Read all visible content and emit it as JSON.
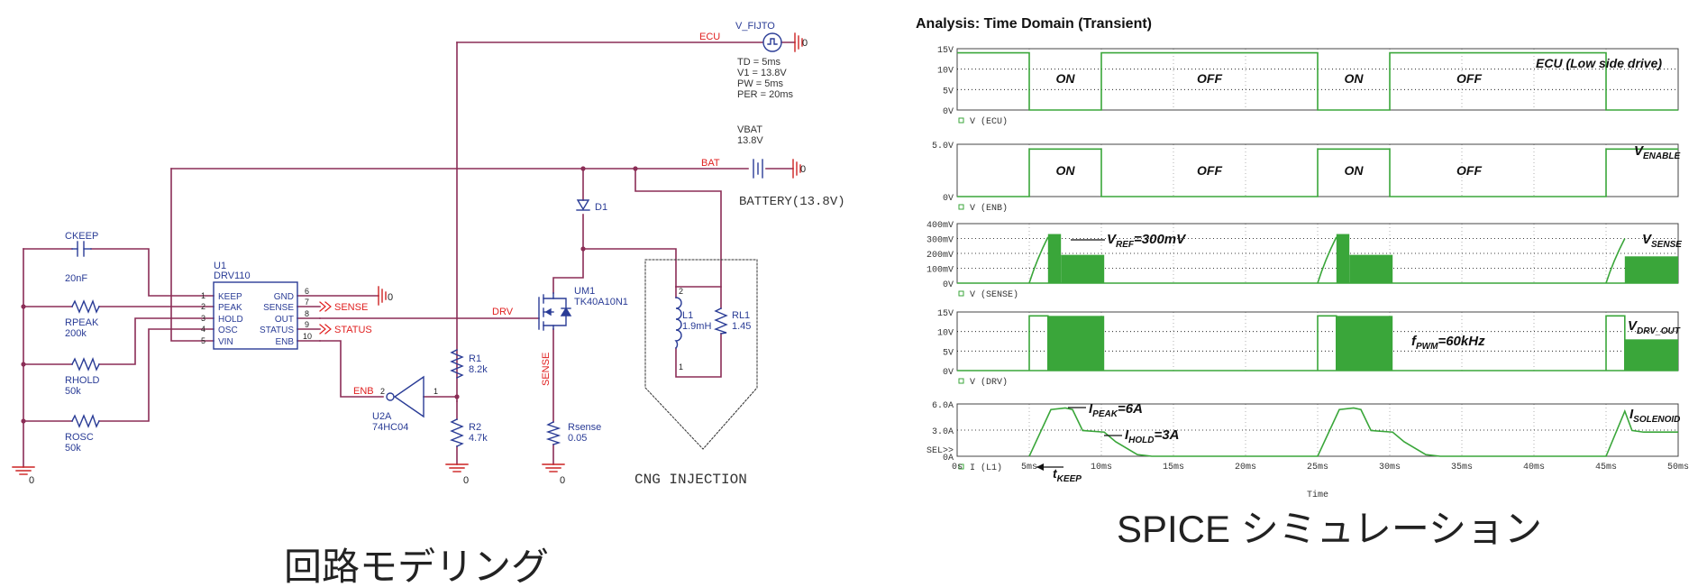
{
  "colors": {
    "wire": "#8b2d56",
    "component": "#2a3c96",
    "net_label": "#e02020",
    "ground": "#cc2222",
    "trace": "#3aa63a",
    "grid": "#000000",
    "axis_text": "#555555"
  },
  "schematic": {
    "caption": "回路モデリング",
    "source": {
      "name": "V_FIJTO",
      "params": [
        "TD = 5ms",
        "V1 = 13.8V",
        "PW = 5ms",
        "PER = 20ms"
      ],
      "net": "ECU",
      "gnd": "0"
    },
    "battery": {
      "name": "VBAT",
      "value": "13.8V",
      "net": "BAT",
      "gnd": "0",
      "label": "BATTERY(13.8V)"
    },
    "ic": {
      "ref": "U1",
      "part": "DRV110",
      "left_pins": [
        {
          "num": "1",
          "name": "KEEP"
        },
        {
          "num": "2",
          "name": "PEAK"
        },
        {
          "num": "3",
          "name": "HOLD"
        },
        {
          "num": "4",
          "name": "OSC"
        },
        {
          "num": "5",
          "name": "VIN"
        }
      ],
      "right_pins": [
        {
          "num": "6",
          "name": "GND"
        },
        {
          "num": "7",
          "name": "SENSE"
        },
        {
          "num": "8",
          "name": "OUT"
        },
        {
          "num": "9",
          "name": "STATUS"
        },
        {
          "num": "10",
          "name": "ENB"
        }
      ],
      "gnd_label": "0",
      "sense_net": "SENSE",
      "status_net": "STATUS"
    },
    "resistors": [
      {
        "ref": "CKEEP",
        "value": "20nF"
      },
      {
        "ref": "RPEAK",
        "value": "200k"
      },
      {
        "ref": "RHOLD",
        "value": "50k"
      },
      {
        "ref": "ROSC",
        "value": "50k"
      }
    ],
    "left_gnd": "0",
    "drv_net": "DRV",
    "enb_net": "ENB",
    "inverter": {
      "ref": "U2A",
      "part": "74HC04",
      "pin_in": "1",
      "pin_out": "2"
    },
    "r1": {
      "ref": "R1",
      "value": "8.2k"
    },
    "r2": {
      "ref": "R2",
      "value": "4.7k"
    },
    "mid_gnd": "0",
    "diode": {
      "ref": "D1"
    },
    "mosfet": {
      "ref": "UM1",
      "part": "TK40A10N1"
    },
    "sense_net_vertical": "SENSE",
    "rsense": {
      "ref": "Rsense",
      "value": "0.05"
    },
    "sense_gnd": "0",
    "inductor": {
      "ref": "L1",
      "value": "1.9mH",
      "pin_top": "2",
      "pin_bottom": "1"
    },
    "rl": {
      "ref": "RL1",
      "value": "1.45"
    },
    "injector_label": "CNG INJECTION"
  },
  "simulation": {
    "title": "Analysis: Time Domain (Transient)",
    "caption": "SPICE シミュレーション",
    "time_label": "Time",
    "sel_marker": "SEL>>"
  },
  "chart_data": [
    {
      "type": "line",
      "trace": "V(ECU)",
      "xlim": [
        0,
        50
      ],
      "ylim": [
        0,
        15
      ],
      "yticks": [
        "15V",
        "10V",
        "5V",
        "0V"
      ],
      "points": [
        [
          0,
          14
        ],
        [
          5,
          14
        ],
        [
          5,
          0
        ],
        [
          10,
          0
        ],
        [
          10,
          14
        ],
        [
          25,
          14
        ],
        [
          25,
          0
        ],
        [
          30,
          0
        ],
        [
          30,
          14
        ],
        [
          45,
          14
        ],
        [
          45,
          0
        ],
        [
          50,
          0
        ]
      ],
      "annotations": [
        "ON",
        "OFF",
        "ON",
        "OFF",
        "ECU (Low side drive)"
      ]
    },
    {
      "type": "line",
      "trace": "V(ENB)",
      "xlim": [
        0,
        50
      ],
      "ylim": [
        0,
        5.5
      ],
      "yticks": [
        "5.0V",
        "0V"
      ],
      "points": [
        [
          0,
          0
        ],
        [
          5,
          0
        ],
        [
          5,
          5
        ],
        [
          10,
          5
        ],
        [
          10,
          0
        ],
        [
          25,
          0
        ],
        [
          25,
          5
        ],
        [
          30,
          5
        ],
        [
          30,
          0
        ],
        [
          45,
          0
        ],
        [
          45,
          5
        ],
        [
          50,
          5
        ]
      ],
      "annotations": [
        "ON",
        "OFF",
        "ON",
        "OFF"
      ],
      "label_main": "V",
      "label_sub": "ENABLE"
    },
    {
      "type": "area",
      "trace": "V(SENSE)",
      "xlim": [
        0,
        50
      ],
      "ylim": [
        0,
        400
      ],
      "yticks": [
        "400mV",
        "300mV",
        "200mV",
        "100mV",
        "0V"
      ],
      "ramp_segments": [
        [
          5,
          6.3,
          0,
          310
        ],
        [
          25,
          26.3,
          0,
          310
        ],
        [
          45,
          46.3,
          0,
          300
        ]
      ],
      "pwm_bands": [
        [
          6.3,
          7.2,
          0,
          330
        ],
        [
          7.2,
          10.2,
          0,
          190
        ],
        [
          26.3,
          27.2,
          0,
          330
        ],
        [
          27.2,
          30.2,
          0,
          190
        ],
        [
          46.3,
          50,
          0,
          180
        ]
      ],
      "annotation_main": "V",
      "annotation_sub": "REF",
      "annotation_tail": "=300mV",
      "label_main": "V",
      "label_sub": "SENSE"
    },
    {
      "type": "area",
      "trace": "V(DRV)",
      "xlim": [
        0,
        50
      ],
      "ylim": [
        0,
        15
      ],
      "yticks": [
        "15V",
        "10V",
        "5V",
        "0V"
      ],
      "pulses": [
        [
          5,
          6.3,
          14
        ],
        [
          25,
          26.3,
          14
        ],
        [
          45,
          46.3,
          14
        ]
      ],
      "pwm_bands": [
        [
          6.3,
          10.2,
          0,
          14
        ],
        [
          26.3,
          30.2,
          0,
          14
        ],
        [
          46.3,
          50,
          0,
          8
        ]
      ],
      "annotation_main": "f",
      "annotation_sub": "PWM",
      "annotation_tail": "=60kHz",
      "label_main": "V",
      "label_sub": "DRV_OUT"
    },
    {
      "type": "line",
      "trace": "I(L1)",
      "xlim": [
        0,
        50
      ],
      "ylim": [
        0,
        6.5
      ],
      "yticks": [
        "6.0A",
        "3.0A",
        "0A"
      ],
      "xticks": [
        "0s",
        "5ms",
        "10ms",
        "15ms",
        "20ms",
        "25ms",
        "30ms",
        "35ms",
        "40ms",
        "45ms",
        "50ms"
      ],
      "points": [
        [
          5,
          0
        ],
        [
          6.5,
          5.8
        ],
        [
          7.5,
          6
        ],
        [
          8,
          5.8
        ],
        [
          8.7,
          3.2
        ],
        [
          10.2,
          3
        ],
        [
          11,
          1.8
        ],
        [
          12.5,
          0.2
        ],
        [
          13.5,
          0
        ],
        [
          25,
          0
        ],
        [
          26.5,
          5.8
        ],
        [
          27.5,
          6
        ],
        [
          28,
          5.8
        ],
        [
          28.7,
          3.2
        ],
        [
          30.2,
          3
        ],
        [
          31,
          1.8
        ],
        [
          32.5,
          0.2
        ],
        [
          33.5,
          0
        ],
        [
          45,
          0
        ],
        [
          46.3,
          5.6
        ],
        [
          46.8,
          3.2
        ],
        [
          47.6,
          3
        ],
        [
          50,
          3
        ]
      ],
      "peak_main": "I",
      "peak_sub": "PEAK",
      "peak_tail": "=6A",
      "hold_main": "I",
      "hold_sub": "HOLD",
      "hold_tail": "=3A",
      "keep_main": "t",
      "keep_sub": "KEEP",
      "label_main": "I",
      "label_sub": "SOLENOID"
    }
  ]
}
